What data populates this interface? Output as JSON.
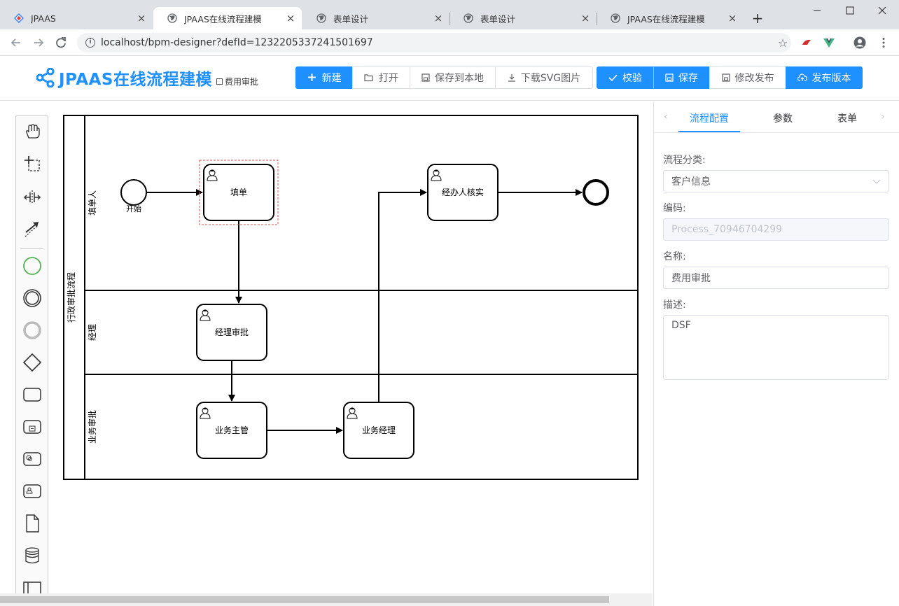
{
  "browser": {
    "tabs": [
      {
        "label": "JPAAS",
        "active": false
      },
      {
        "label": "JPAAS在线流程建模",
        "active": true
      },
      {
        "label": "表单设计",
        "active": false
      },
      {
        "label": "表单设计",
        "active": false
      },
      {
        "label": "JPAAS在线流程建模",
        "active": false
      }
    ],
    "close_glyph": "×",
    "new_tab_glyph": "+",
    "url": "localhost/bpm-designer?defId=1232205337241501697"
  },
  "header": {
    "title": "JPAAS在线流程建模",
    "subtitle": "费用审批",
    "buttons_left": [
      {
        "label": "新建",
        "icon": "plus-icon",
        "primary": true
      },
      {
        "label": "打开",
        "icon": "folder-icon",
        "primary": false
      },
      {
        "label": "保存到本地",
        "icon": "save-icon",
        "primary": false
      },
      {
        "label": "下载SVG图片",
        "icon": "download-icon",
        "primary": false
      }
    ],
    "buttons_right": [
      {
        "label": "校验",
        "icon": "check-icon",
        "primary": true
      },
      {
        "label": "保存",
        "icon": "save-icon",
        "primary": true
      },
      {
        "label": "修改发布",
        "icon": "save-icon",
        "primary": false
      },
      {
        "label": "发布版本",
        "icon": "cloud-upload-icon",
        "primary": true
      }
    ]
  },
  "palette": {
    "tools": [
      "hand-tool-icon",
      "lasso-tool-icon",
      "space-tool-icon",
      "connect-tool-icon",
      "start-event-icon",
      "intermediate-event-icon",
      "end-event-icon",
      "gateway-icon",
      "task-icon",
      "subprocess-icon",
      "service-task-icon",
      "user-task-icon",
      "data-object-icon",
      "data-store-icon",
      "pool-icon"
    ]
  },
  "diagram": {
    "pool_label": "行政审批流程",
    "lanes": [
      "填单人",
      "经理",
      "业务审批"
    ],
    "start_label": "开始",
    "tasks": {
      "fill": "填单",
      "verify": "经办人核实",
      "manager": "经理审批",
      "supervisor": "业务主管",
      "biz_manager": "业务经理"
    }
  },
  "properties": {
    "tabs": [
      "流程配置",
      "参数",
      "表单"
    ],
    "active_tab": "流程配置",
    "category_label": "流程分类:",
    "category_value": "客户信息",
    "code_label": "编码:",
    "code_value": "Process_70946704299",
    "name_label": "名称:",
    "name_value": "费用审批",
    "desc_label": "描述:",
    "desc_value": "DSF"
  },
  "colors": {
    "primary": "#1e90ff",
    "start_event": "#52b552",
    "selection": "#e05050"
  }
}
